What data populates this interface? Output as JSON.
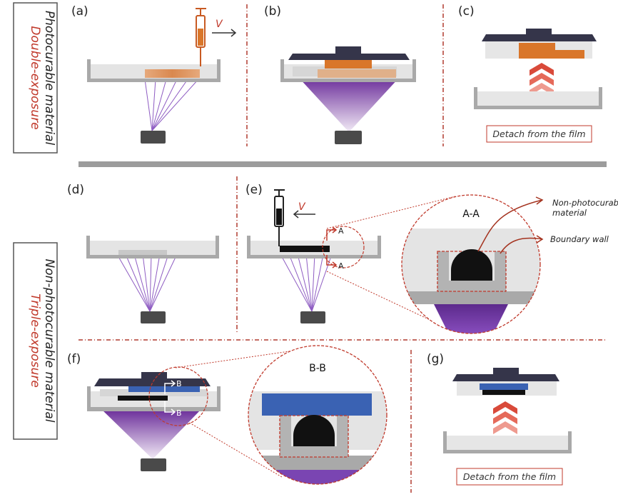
{
  "colors": {
    "red_accent": "#c0392b",
    "orange_material": "#d9762a",
    "resin_blue": "#3a62b3",
    "uv_purple": "#7b3fa8",
    "dark_plate": "#35354a",
    "tray_grey": "#a9a9a9",
    "black_material": "#111111"
  },
  "panels": {
    "a": "(a)",
    "b": "(b)",
    "c": "(c)",
    "d": "(d)",
    "e": "(e)",
    "f": "(f)",
    "g": "(g)"
  },
  "side_labels": {
    "top": {
      "line1": "Photocurable material",
      "line2": "Double-exposure"
    },
    "bottom": {
      "line1": "Non-photocurable material",
      "line2": "Triple-exposure"
    }
  },
  "velocity_label": "V",
  "section_labels": {
    "aa": "A-A",
    "bb": "B-B",
    "a": "A",
    "b": "B"
  },
  "callouts": {
    "non_photocurable_line1": "Non-photocurable",
    "non_photocurable_line2": "material",
    "boundary_wall": "Boundary wall"
  },
  "detach_text": "Detach from the film",
  "icons": [
    "syringe-icon",
    "projector-icon",
    "upward-chevrons-icon",
    "arrow-icon"
  ]
}
